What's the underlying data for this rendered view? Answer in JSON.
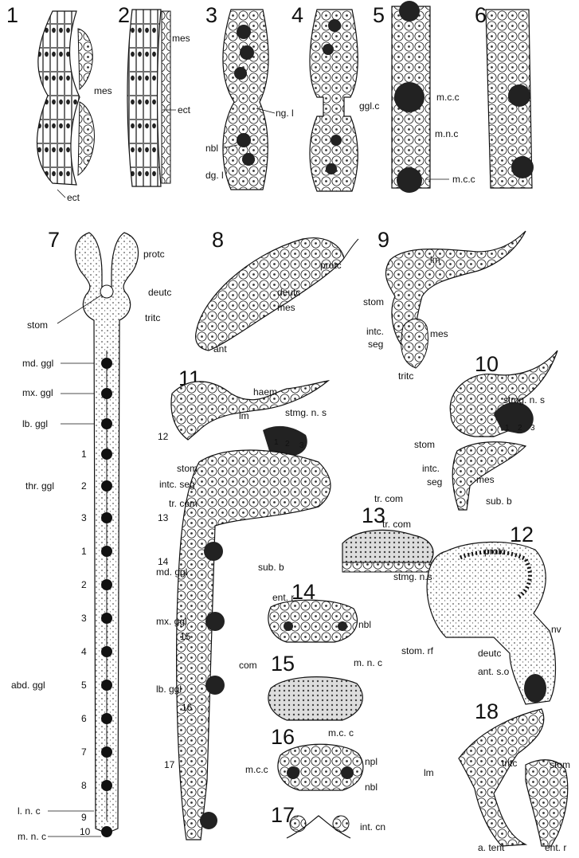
{
  "figure_numbers": [
    "1",
    "2",
    "3",
    "4",
    "5",
    "6",
    "7",
    "8",
    "9",
    "10",
    "11",
    "12",
    "13",
    "14",
    "15",
    "16",
    "17",
    "18"
  ],
  "fig1": {
    "mes": "mes",
    "ect": "ect"
  },
  "fig2": {
    "mes": "mes",
    "ect": "ect"
  },
  "fig3": {
    "ng_l": "ng. l",
    "nbl": "nbl",
    "dg_l": "dg. l"
  },
  "fig4": {
    "ggl_c": "ggl.c"
  },
  "fig5": {
    "m_c_c_top": "m.c.c",
    "m_n_c": "m.n.c",
    "m_c_c_bottom": "m.c.c"
  },
  "fig7": {
    "protc": "protc",
    "deutc": "deutc",
    "stom": "stom",
    "tritc": "tritc",
    "md_ggl": "md. ggl",
    "mx_ggl": "mx. ggl",
    "lb_ggl": "lb. ggl",
    "thr_ggl": "thr. ggl",
    "abd_ggl": "abd. ggl",
    "l_n_c": "l. n. c",
    "m_n_c": "m. n. c",
    "segment_numbers": [
      "1",
      "2",
      "3",
      "1",
      "2",
      "3",
      "4",
      "5",
      "6",
      "7",
      "8",
      "9",
      "10"
    ]
  },
  "fig8": {
    "protc": "protc",
    "deutc": "deutc",
    "mes": "mes",
    "ant": "ant"
  },
  "fig9": {
    "lm": "lm",
    "stom": "stom",
    "intc": "intc.",
    "seg": "seg",
    "mes": "mes",
    "tritc": "tritc"
  },
  "fig10": {
    "stmg_n_s": "stmg. n. s",
    "stom": "stom",
    "intc": "intc.",
    "seg": "seg",
    "mes": "mes",
    "tr_com": "tr. com",
    "sub_b": "sub. b",
    "nums": [
      "1",
      "2",
      "3"
    ]
  },
  "fig11": {
    "lm": "lm",
    "haem": "haem",
    "stmg_n_s": "stmg. n. s",
    "stom": "stom",
    "intc_seg": "intc. seg",
    "tr_com": "tr. com",
    "sub_b": "sub. b",
    "ent_r": "ent. r",
    "md_ggl": "md. ggl",
    "mx_ggl": "mx. ggl",
    "lb_ggl": "lb. ggl",
    "com": "com",
    "m_c_c": "m.c.c",
    "level_marks": [
      "12",
      "13",
      "14",
      "15",
      "16",
      "17"
    ],
    "nums": [
      "1",
      "2",
      "3"
    ]
  },
  "fig12": {
    "protc": "protc",
    "stmg_n_s": "stmg. n.s",
    "stom_rf": "stom. rf",
    "deutc": "deutc",
    "ant_s_o": "ant. s.o",
    "nv": "nv"
  },
  "fig13": {
    "tr_com": "tr. com"
  },
  "fig14": {
    "nbl": "nbl"
  },
  "fig15": {
    "m_n_c": "m. n. c"
  },
  "fig16": {
    "m_c_c": "m.c. c",
    "npl": "npl",
    "nbl": "nbl"
  },
  "fig17": {
    "int_cn": "int. cn"
  },
  "fig18": {
    "lm": "lm",
    "tritc": "tritc",
    "stom": "stom",
    "a_tent": "a. tent",
    "ent_r": "ent. r"
  }
}
